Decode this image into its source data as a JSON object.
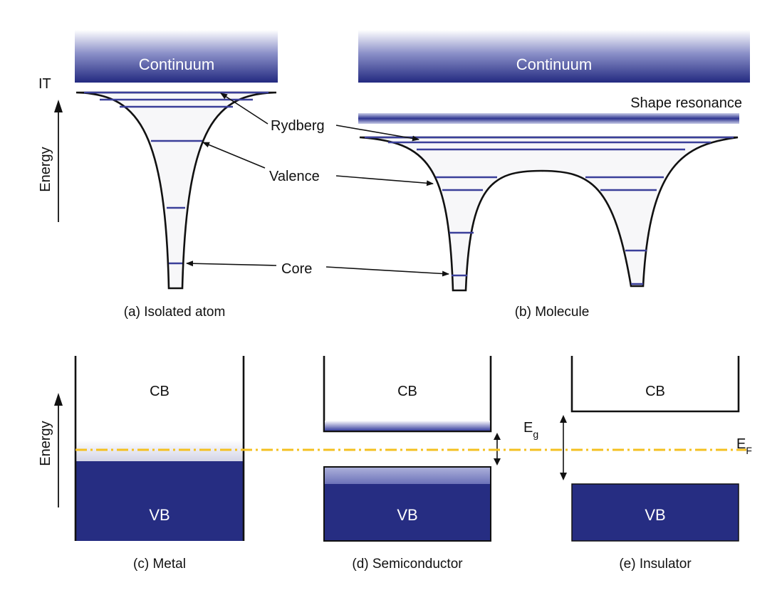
{
  "top": {
    "energy_label": "Energy",
    "it_label": "IT",
    "continuum_a": "Continuum",
    "continuum_b": "Continuum",
    "shape_resonance": "Shape resonance",
    "rydberg": "Rydberg",
    "valence": "Valence",
    "core": "Core",
    "caption_a": "(a) Isolated atom",
    "caption_b": "(b) Molecule"
  },
  "bottom": {
    "energy_label": "Energy",
    "cb": "CB",
    "vb": "VB",
    "eg_main": "E",
    "eg_sub": "g",
    "ef_main": "E",
    "ef_sub": "F",
    "caption_c": "(c) Metal",
    "caption_d": "(d) Semiconductor",
    "caption_e": "(e) Insulator"
  },
  "colors": {
    "band_dark": "#252c82",
    "level_line": "#3a3f9a",
    "fermi_line": "#f4c020"
  }
}
